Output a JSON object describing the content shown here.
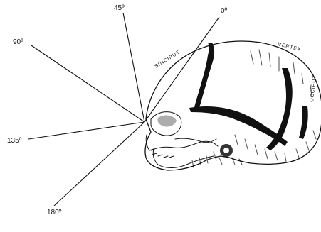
{
  "diagram": {
    "angle_labels": {
      "a0": "0º",
      "a45": "45º",
      "a90": "90º",
      "a135": "135º",
      "a180": "180º"
    },
    "region_labels": {
      "sinciput": "SINCIPUT",
      "vertex": "VERTEX",
      "occiput": "OCCIPUT"
    },
    "colors": {
      "ink": "#111111",
      "background": "#ffffff"
    }
  }
}
